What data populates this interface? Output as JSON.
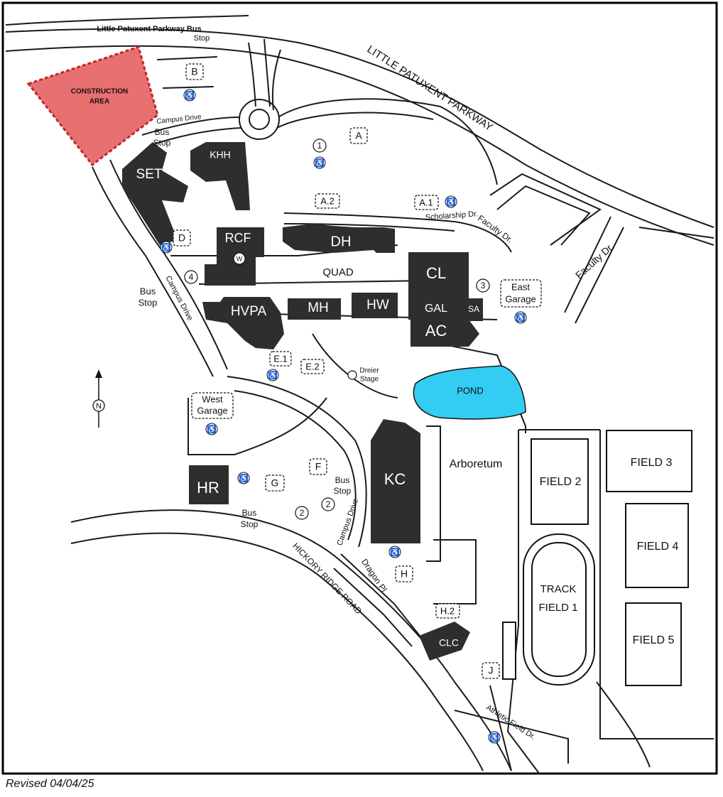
{
  "buildings": {
    "set": "SET",
    "khh": "KHH",
    "rcf": "RCF",
    "w": "W",
    "dh": "DH",
    "cl": "CL",
    "hvpa": "HVPA",
    "mh": "MH",
    "hw": "HW",
    "gal": "GAL",
    "sa": "SA",
    "ac": "AC",
    "kc": "KC",
    "hr": "HR",
    "clc": "CLC"
  },
  "lots": {
    "a": "A",
    "a2": "A.2",
    "a1": "A.1",
    "b": "B",
    "d": "D",
    "e1": "E.1",
    "e2": "E.2",
    "f": "F",
    "g": "G",
    "h": "H",
    "h2": "H.2",
    "j": "J",
    "east_garage_1": "East",
    "east_garage_2": "Garage",
    "west_garage_1": "West",
    "west_garage_2": "Garage"
  },
  "numbers": {
    "n1": "1",
    "n2a": "2",
    "n2b": "2",
    "n3": "3",
    "n4": "4"
  },
  "fields": {
    "field2": "FIELD 2",
    "field3": "FIELD 3",
    "field4": "FIELD 4",
    "field5": "FIELD 5",
    "track1": "TRACK",
    "track2": "FIELD 1"
  },
  "areas": {
    "construction1": "CONSTRUCTION",
    "construction2": "AREA",
    "quad": "QUAD",
    "pond": "POND",
    "arboretum": "Arboretum",
    "dreier1": "Dreier",
    "dreier2": "Stage"
  },
  "roads": {
    "lpp_main": "LITTLE PATUXENT PARKWAY",
    "lpp_busstop": "Little Patuxent Parkway Bus",
    "lpp_busstop2": "Stop",
    "campus_drive_top": "Campus Drive",
    "campus_drive_left": "Campus Drive",
    "campus_drive_mid": "Campus Drive",
    "scholarship": "Scholarship Dr.",
    "faculty1": "Faculty Dr.",
    "faculty2": "Faculty Dr.",
    "hickory": "HICKORY RIDGE ROAD",
    "dragon": "Dragon Pl.",
    "athletic": "Athletic Field Dr."
  },
  "bus_stops": {
    "top1": "Bus",
    "top2": "Stop",
    "left1": "Bus",
    "left2": "Stop",
    "mid1": "Bus",
    "mid2": "Stop",
    "bottom1": "Bus",
    "bottom2": "Stop"
  },
  "compass": "N",
  "footer": "Revised 04/04/25",
  "colors": {
    "construction": "#e87070",
    "pond": "#33ccf2",
    "building": "#2e2e2e"
  }
}
